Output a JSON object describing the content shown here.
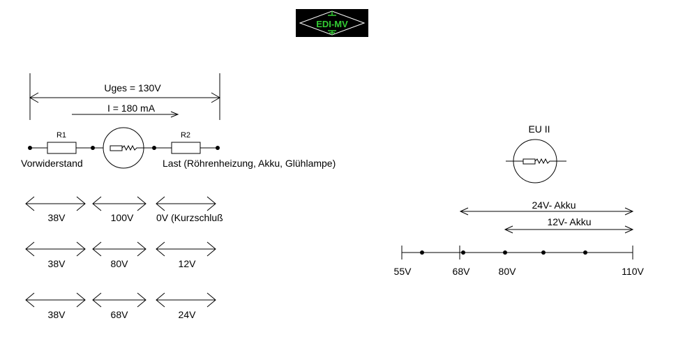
{
  "logo": {
    "text": "EDI-MV",
    "bg": "#000000",
    "accent": "#33cc33"
  },
  "circuit": {
    "total_voltage": "Uges = 130V",
    "current": "I = 180 mA",
    "r1": "R1",
    "r2": "R2",
    "series_resistor": "Vorwiderstand",
    "load": "Last (Röhrenheizung, Akku, Glühlampe)"
  },
  "splits": [
    [
      "38V",
      "100V",
      "0V (Kurzschluß"
    ],
    [
      "38V",
      "80V",
      "12V"
    ],
    [
      "38V",
      "68V",
      "24V"
    ]
  ],
  "tube_label": "EU II",
  "ranges": {
    "akku24": "24V- Akku",
    "akku12": "12V- Akku"
  },
  "scale_ticks": [
    "55V",
    "68V",
    "80V",
    "110V"
  ]
}
